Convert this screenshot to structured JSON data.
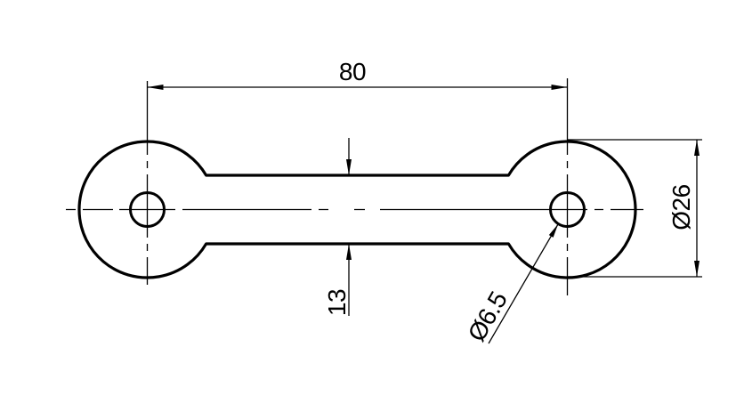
{
  "drawing": {
    "kind": "technical-drawing-front-view",
    "background_color": "#ffffff",
    "line_color": "#000000",
    "dimensions": {
      "hole_center_distance": {
        "label": "80",
        "value": 80
      },
      "end_diameter": {
        "label": "Ø26",
        "value": 26
      },
      "bar_width": {
        "label": "13",
        "value": 13
      },
      "hole_diameter": {
        "label": "Ø6.5",
        "value": 6.5
      }
    }
  }
}
